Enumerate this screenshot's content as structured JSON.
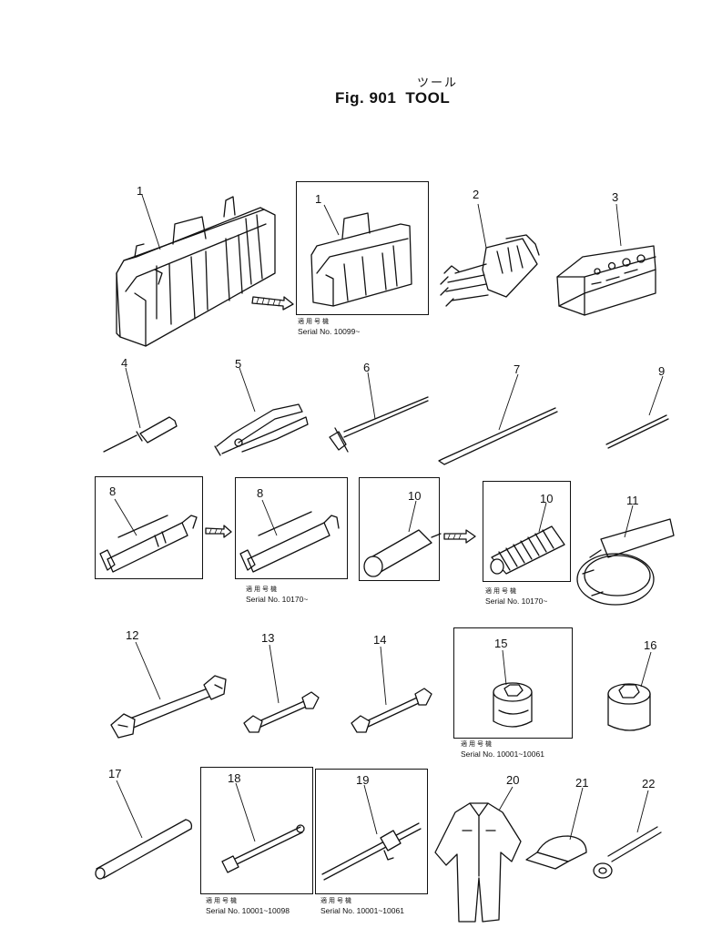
{
  "header": {
    "title_jp": "ツール",
    "fig_label": "Fig. 901",
    "title": "TOOL"
  },
  "items": [
    {
      "no": "1"
    },
    {
      "no": "1"
    },
    {
      "no": "2"
    },
    {
      "no": "3"
    },
    {
      "no": "4"
    },
    {
      "no": "5"
    },
    {
      "no": "6"
    },
    {
      "no": "7"
    },
    {
      "no": "9"
    },
    {
      "no": "8"
    },
    {
      "no": "8"
    },
    {
      "no": "10"
    },
    {
      "no": "10"
    },
    {
      "no": "11"
    },
    {
      "no": "12"
    },
    {
      "no": "13"
    },
    {
      "no": "14"
    },
    {
      "no": "15"
    },
    {
      "no": "16"
    },
    {
      "no": "17"
    },
    {
      "no": "18"
    },
    {
      "no": "19"
    },
    {
      "no": "20"
    },
    {
      "no": "21"
    },
    {
      "no": "22"
    }
  ],
  "serials": {
    "applicable_jp": "適用号機",
    "s1": "Serial No. 10099~",
    "s8": "Serial No. 10170~",
    "s10": "Serial No. 10170~",
    "s15": "Serial No. 10001~10061",
    "s18": "Serial No. 10001~10098",
    "s19": "Serial No. 10001~10061"
  }
}
